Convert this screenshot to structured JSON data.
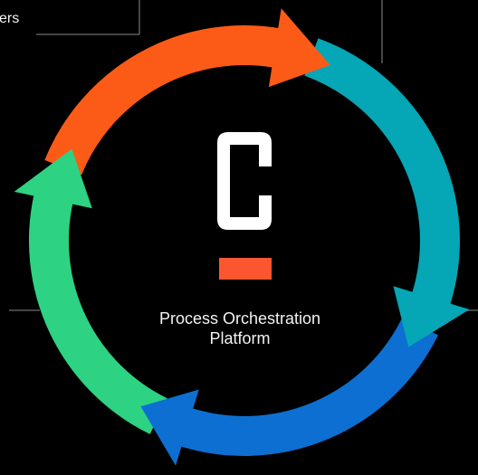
{
  "corner_text": "ers",
  "logo": {
    "letter": "C",
    "letter_color": "#ffffff",
    "accent_color": "#fc5630"
  },
  "center_label": {
    "line1": "Process Orchestration",
    "line2": "Platform"
  },
  "cycle": {
    "segments": [
      {
        "name": "orange",
        "color": "#fc5b17"
      },
      {
        "name": "teal",
        "color": "#05a6b5"
      },
      {
        "name": "blue",
        "color": "#0d6fd1"
      },
      {
        "name": "green",
        "color": "#2dd282"
      }
    ]
  },
  "colors": {
    "background": "#000000",
    "lines": "#8a8a8a",
    "text": "#f2f2f2"
  }
}
